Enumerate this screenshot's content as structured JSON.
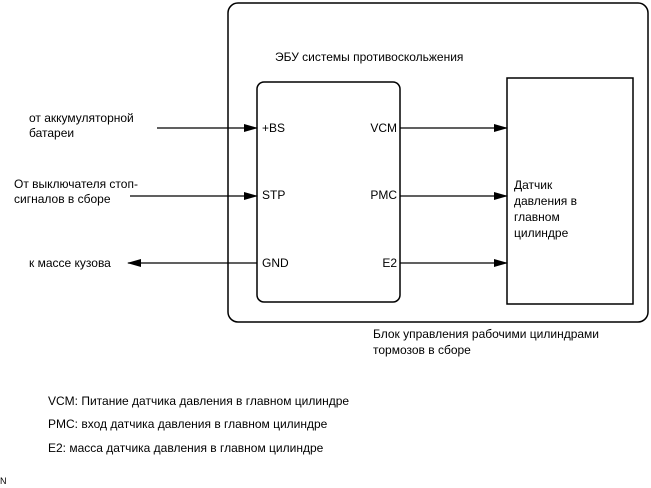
{
  "ecu_title": "ЭБУ системы противоскольжения",
  "pins_left": [
    "+BS",
    "STP",
    "GND"
  ],
  "pins_right": [
    "VCM",
    "PMC",
    "E2"
  ],
  "inputs": {
    "battery_line1": "от аккумуляторной",
    "battery_line2": "батареи",
    "stop_line1": "От выключателя стоп-",
    "stop_line2": "сигналов в сборе",
    "ground": "к массе кузова"
  },
  "sensor": {
    "line1": "Датчик",
    "line2": "давления в",
    "line3": "главном",
    "line4": "цилиндре"
  },
  "assembly": {
    "line1": "Блок управления рабочими цилиндрами",
    "line2": "тормозов в сборе"
  },
  "legend": [
    "VCM: Питание датчика давления в главном цилиндре",
    "PMC: вход датчика давления в главном цилиндре",
    "E2: масса датчика давления в главном цилиндре"
  ],
  "corner_mark": "N"
}
